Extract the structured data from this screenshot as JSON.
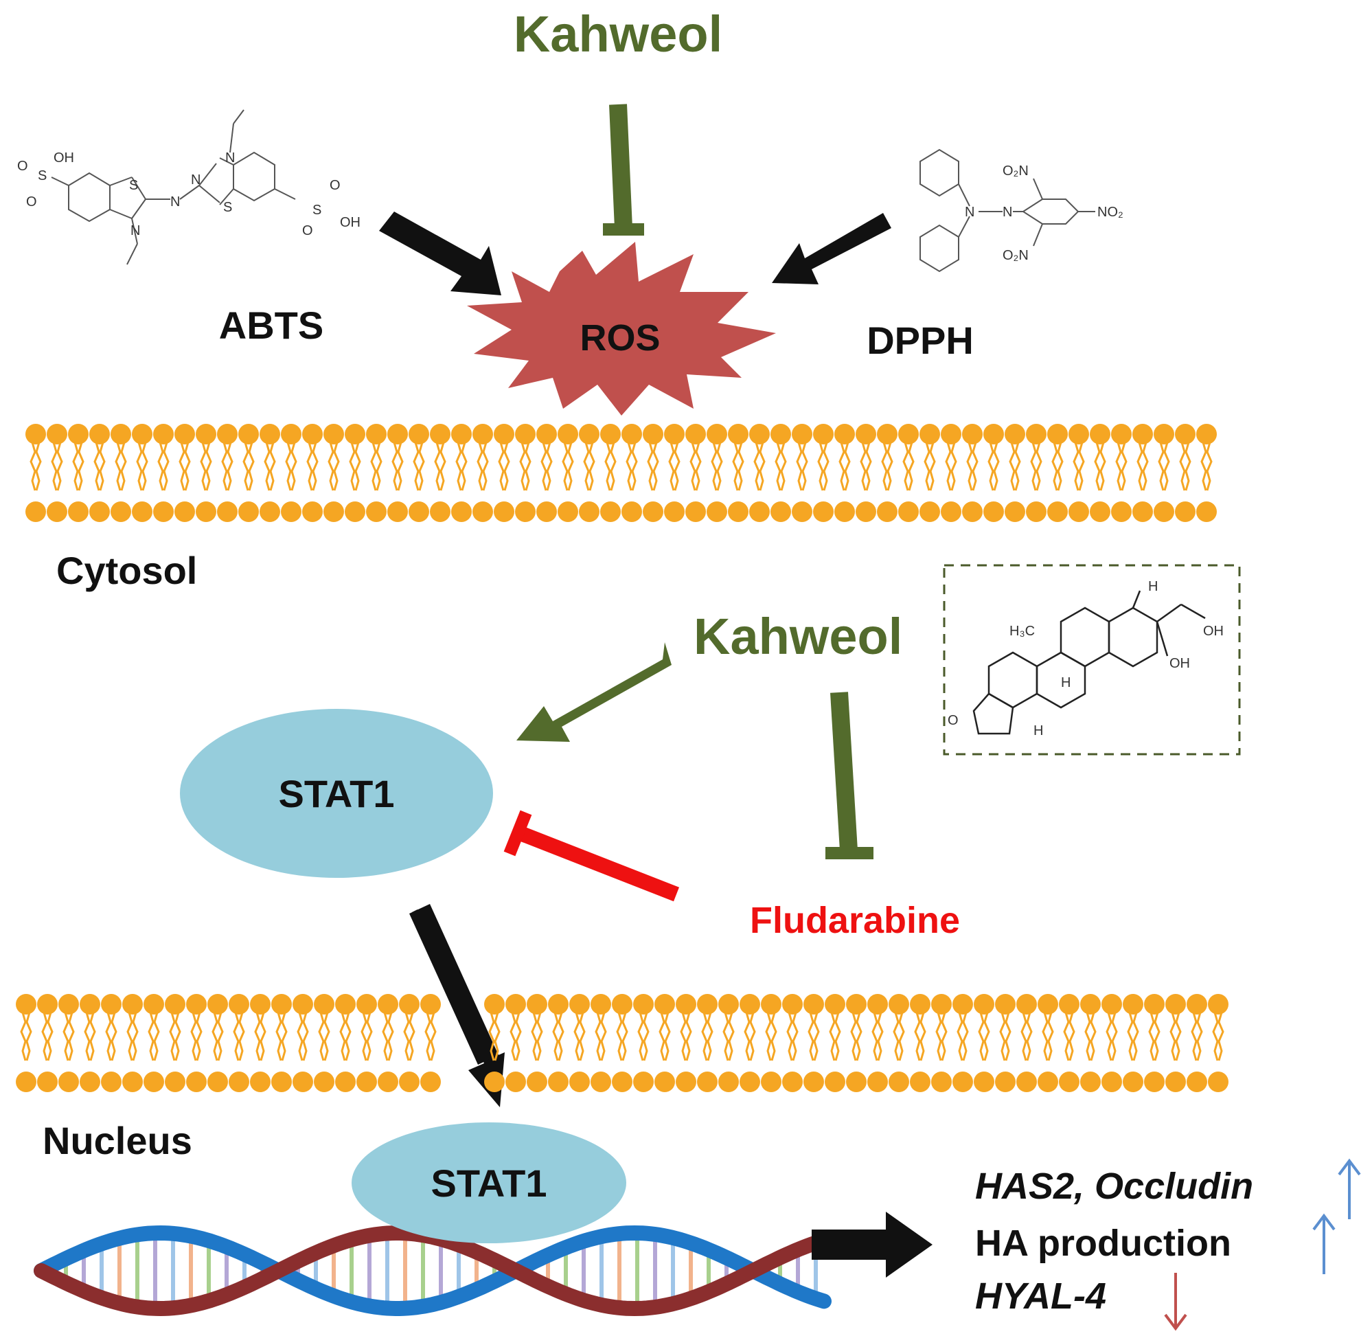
{
  "colors": {
    "kahweol_green": "#536b2c",
    "inhibitor_red": "#ee1111",
    "ros_red": "#c0504d",
    "stat1_blue": "#96cddc",
    "membrane_orange": "#f5a623",
    "up_arrow_blue": "#5b8fd0",
    "down_arrow_red": "#c0504d",
    "dna_brown": "#8b2e2e",
    "dna_blue": "#1f78c8"
  },
  "top": {
    "kahweol_label": "Kahweol",
    "abts_label": "ABTS",
    "dpph_label": "DPPH",
    "ros_label": "ROS"
  },
  "abts_structure": {
    "atom_labels": [
      "OH",
      "O",
      "S",
      "O",
      "S",
      "N",
      "N",
      "N",
      "S",
      "O",
      "S",
      "O",
      "OH",
      "N"
    ]
  },
  "dpph_structure": {
    "atom_labels": [
      "N",
      "N",
      "O₂N",
      "NO₂",
      "O₂N"
    ]
  },
  "compartments": {
    "cytosol_label": "Cytosol",
    "nucleus_label": "Nucleus"
  },
  "middle": {
    "kahweol_label": "Kahweol",
    "stat1_label": "STAT1",
    "fludarabine_label": "Fludarabine"
  },
  "kahweol_structure": {
    "atom_labels": [
      "H",
      "H₃C",
      "OH",
      "OH",
      "H",
      "H",
      "O"
    ]
  },
  "nucleus": {
    "stat1_label": "STAT1"
  },
  "outcomes": [
    {
      "text": "HAS2, Occludin",
      "direction": "up"
    },
    {
      "text": "HA production",
      "direction": "up"
    },
    {
      "text": "HYAL-4",
      "direction": "down"
    }
  ]
}
